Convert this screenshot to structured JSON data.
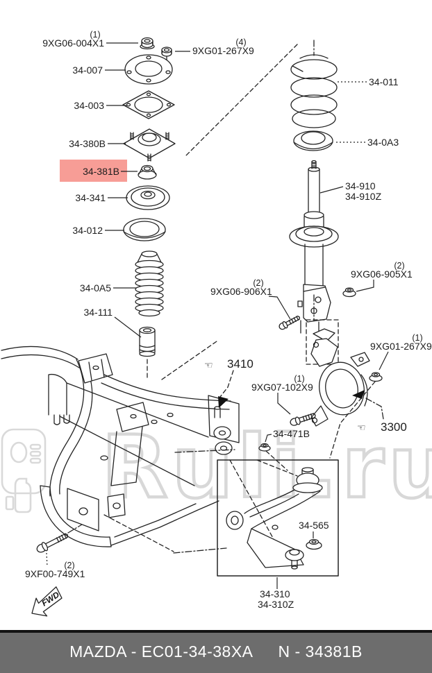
{
  "watermark": {
    "text": "Ruli.ru"
  },
  "footer": {
    "left": "MAZDA - EC01-34-38XA",
    "right": "N - 34381B"
  },
  "icons": {
    "hand_pointer": "☜"
  },
  "highlight": {
    "part": "34-381B",
    "color": "#f4776e"
  },
  "labels": {
    "nut_9xg06_004x1": {
      "text": "9XG06-004X1",
      "qty": "(1)"
    },
    "nut_9xg01_267x9_top": {
      "text": "9XG01-267X9",
      "qty": "(4)"
    },
    "plate_34_007": {
      "text": "34-007"
    },
    "plate_34_003": {
      "text": "34-003"
    },
    "mount_34_380b": {
      "text": "34-380B"
    },
    "nut_34_381b": {
      "text": "34-381B"
    },
    "bearing_34_341": {
      "text": "34-341"
    },
    "seat_34_012": {
      "text": "34-012"
    },
    "boot_34_0a5": {
      "text": "34-0A5"
    },
    "stopper_34_111": {
      "text": "34-111"
    },
    "spring_34_011": {
      "text": "34-011"
    },
    "seat_34_0a3": {
      "text": "34-0A3"
    },
    "strut_34_910": {
      "text": "34-910"
    },
    "strut_34_910z": {
      "text": "34-910Z"
    },
    "nut_9xg06_905x1": {
      "text": "9XG06-905X1",
      "qty": "(2)"
    },
    "bolt_9xg06_906x1": {
      "text": "9XG06-906X1",
      "qty": "(2)"
    },
    "nut_9xg01_267x9_right": {
      "text": "9XG01-267X9",
      "qty": "(1)"
    },
    "bolt_9xg07_102x9": {
      "text": "9XG07-102X9",
      "qty": "(1)"
    },
    "ref_3410": {
      "text": "3410"
    },
    "ref_3300": {
      "text": "3300"
    },
    "nut_34_471b": {
      "text": "34-471B"
    },
    "nut_34_565": {
      "text": "34-565"
    },
    "arm_34_310": {
      "text": "34-310"
    },
    "arm_34_310z": {
      "text": "34-310Z"
    },
    "bolt_9xf00_749x1": {
      "text": "9XF00-749X1",
      "qty": "(2)"
    },
    "fwd": {
      "text": "FWD"
    }
  }
}
